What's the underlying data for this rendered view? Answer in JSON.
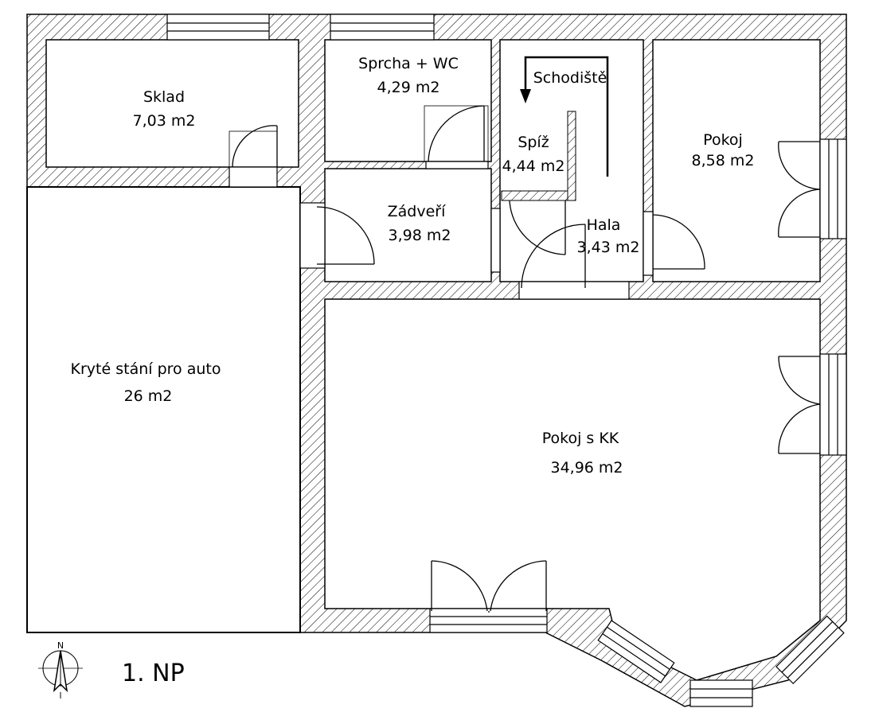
{
  "rooms": {
    "sklad": {
      "name": "Sklad",
      "area": "7,03 m2"
    },
    "sprcha": {
      "name": "Sprcha + WC",
      "area": "4,29 m2"
    },
    "schodiste": {
      "name": "Schodiště"
    },
    "spiz": {
      "name": "Spíž",
      "area": "4,44 m2"
    },
    "pokoj": {
      "name": "Pokoj",
      "area": "8,58 m2"
    },
    "zadveri": {
      "name": "Zádveří",
      "area": "3,98 m2"
    },
    "hala": {
      "name": "Hala",
      "area": "3,43 m2"
    },
    "stani": {
      "name": "Kryté stání pro auto",
      "area": "26 m2"
    },
    "pokoj_kk": {
      "name": "Pokoj s KK",
      "area": "34,96 m2"
    }
  },
  "floor_label": "1. NP",
  "north_label": "N",
  "colors": {
    "line": "#000000",
    "hatch": "#000000",
    "background": "#ffffff"
  }
}
